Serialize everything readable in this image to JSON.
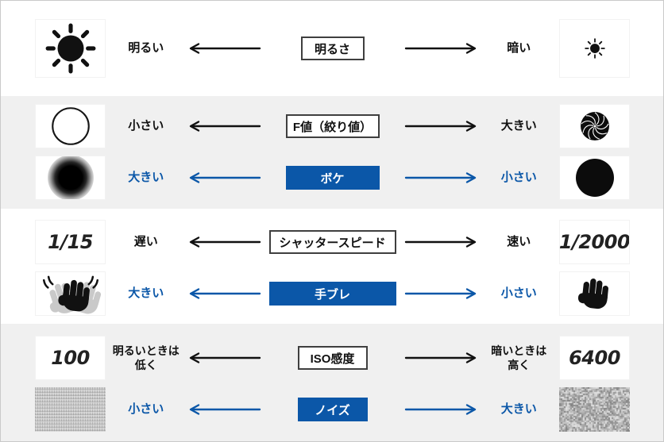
{
  "page": {
    "background": "#ffffff",
    "band_gray": "#f0f0f0",
    "accent_blue": "#0b57a8",
    "frame_border": "#c9c9c9"
  },
  "icons": {
    "sun_bright": "sun-bright-icon",
    "sun_dim": "sun-dim-icon",
    "aperture_open": "aperture-open-circle-icon",
    "aperture_closed": "aperture-closed-blades-icon",
    "bokeh_large": "bokeh-blur-large-icon",
    "bokeh_small": "bokeh-dot-small-icon",
    "hand_shake": "hand-shake-icon",
    "hand_steady": "hand-steady-icon",
    "noise_fine": "noise-fine-texture-icon",
    "noise_coarse": "noise-coarse-texture-icon"
  },
  "rows": [
    {
      "id": "brightness",
      "lines": [
        {
          "tone": "black",
          "left_label": "明るい",
          "center_label": "明るさ",
          "right_label": "暗い"
        }
      ]
    },
    {
      "id": "aperture",
      "lines": [
        {
          "tone": "black",
          "left_label": "小さい",
          "center_label": "F値（絞り値）",
          "right_label": "大きい"
        },
        {
          "tone": "blue",
          "left_label": "大きい",
          "center_label": "ボケ",
          "right_label": "小さい"
        }
      ]
    },
    {
      "id": "shutter",
      "lines": [
        {
          "tone": "black",
          "left_value": "1/15",
          "left_label": "遅い",
          "center_label": "シャッタースピード",
          "right_label": "速い",
          "right_value": "1/2000"
        },
        {
          "tone": "blue",
          "left_label": "大きい",
          "center_label": "手ブレ",
          "right_label": "小さい"
        }
      ]
    },
    {
      "id": "iso",
      "lines": [
        {
          "tone": "black",
          "left_value": "100",
          "left_label": "明るいときは\n低く",
          "center_label": "ISO感度",
          "right_label": "暗いときは\n高く",
          "right_value": "6400"
        },
        {
          "tone": "blue",
          "left_label": "小さい",
          "center_label": "ノイズ",
          "right_label": "大きい"
        }
      ]
    }
  ]
}
